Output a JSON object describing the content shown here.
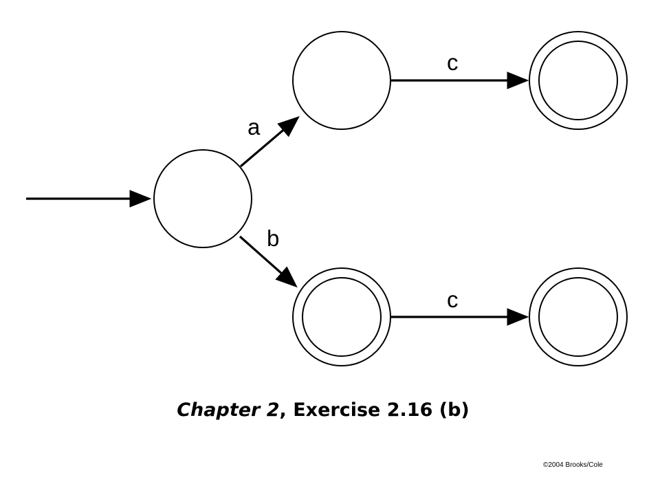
{
  "diagram": {
    "edge_labels": {
      "a": "a",
      "b": "b",
      "c_top": "c",
      "c_bottom": "c"
    }
  },
  "caption": {
    "chapter": "Chapter 2",
    "exercise": ", Exercise 2.16 (b)"
  },
  "copyright": "©2004 Brooks/Cole",
  "colors": {
    "stroke": "#000000",
    "background": "#ffffff"
  }
}
